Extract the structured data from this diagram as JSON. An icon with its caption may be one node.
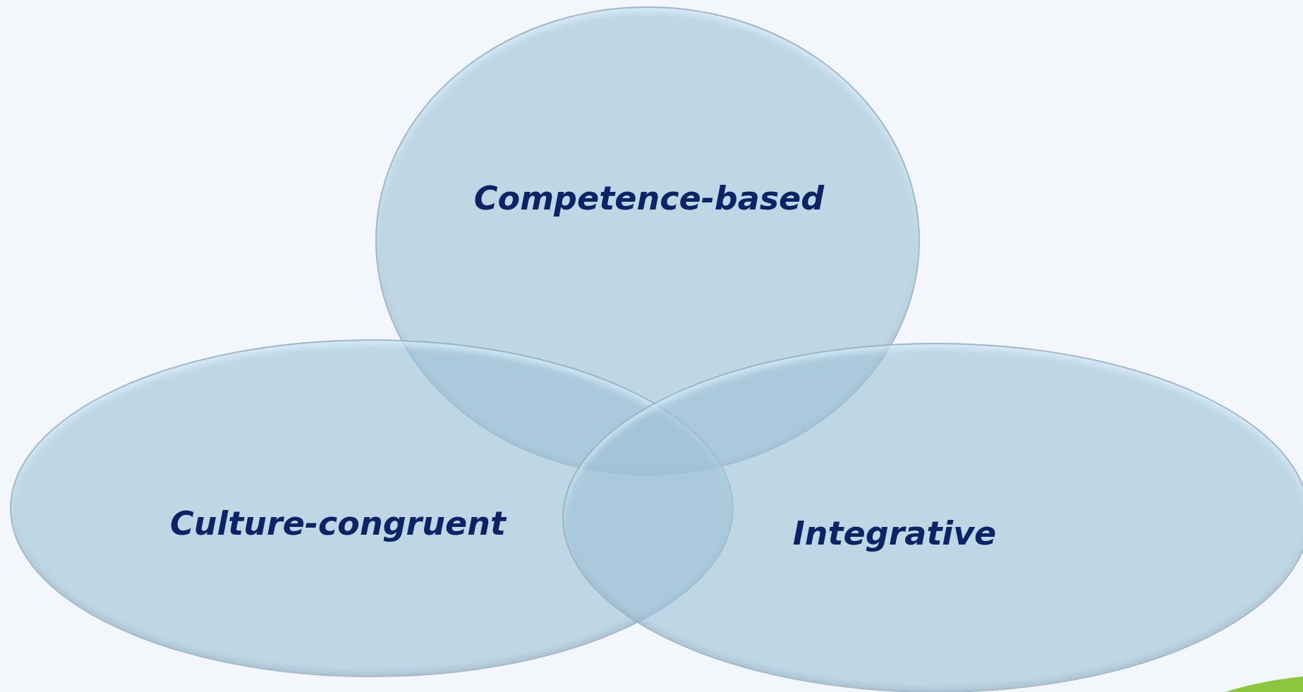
{
  "diagram": {
    "nodes": [
      {
        "text": [
          "Competence-based"
        ]
      },
      {
        "text": [
          "Culture-congruent"
        ]
      },
      {
        "text": [
          "Integrative"
        ]
      }
    ]
  }
}
